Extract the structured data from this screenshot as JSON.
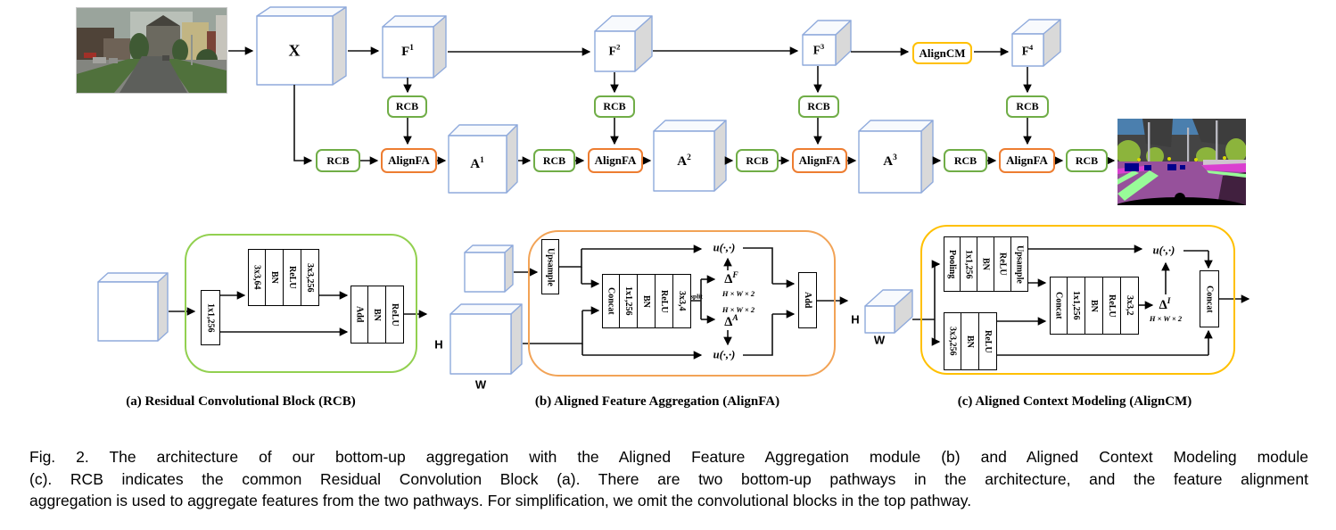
{
  "caption": {
    "line1": "Fig. 2. The architecture of our bottom-up aggregation with the Aligned Feature Aggregation module (b) and Aligned Context Modeling module",
    "line2": "(c). RCB indicates the common Residual Convolution Block (a). There are two bottom-up pathways in the architecture, and the feature alignment",
    "line3": "aggregation is used to aggregate features from the two pathways. For simplification, we omit the convolutional blocks in the top pathway."
  },
  "subcaptions": {
    "a": "(a) Residual Convolutional Block (RCB)",
    "b": "(b) Aligned Feature Aggregation (AlignFA)",
    "c": "(c) Aligned Context Modeling (AlignCM)"
  },
  "nodes": {
    "x": {
      "base": "X",
      "sup": ""
    },
    "f1": {
      "base": "F",
      "sup": "1"
    },
    "f2": {
      "base": "F",
      "sup": "2"
    },
    "f3": {
      "base": "F",
      "sup": "3"
    },
    "f4": {
      "base": "F",
      "sup": "4"
    },
    "a1": {
      "base": "A",
      "sup": "1"
    },
    "a2": {
      "base": "A",
      "sup": "2"
    },
    "a3": {
      "base": "A",
      "sup": "3"
    }
  },
  "labels": {
    "rcb": "RCB",
    "alignfa": "AlignFA",
    "aligncm": "AlignCM",
    "conv1x1_256": "1x1,256",
    "conv3x3_64": "3x3,64",
    "conv3x3_256": "3x3,256",
    "conv3x3_4": "3x3,4",
    "conv3x3_2": "3x3,2",
    "bn": "BN",
    "relu": "ReLU",
    "add": "Add",
    "concat": "Concat",
    "upsample": "Upsample",
    "pooling": "Pooling",
    "split": "split",
    "warp": "u(·,·)",
    "size_hw2": "H × W × 2",
    "h": "H",
    "w": "W"
  },
  "deltas": {
    "f": {
      "base": "Δ",
      "sup": "F"
    },
    "a": {
      "base": "Δ",
      "sup": "A"
    },
    "i": {
      "base": "Δ",
      "sup": "I"
    }
  },
  "images": {
    "input_alt": "street scene photograph (network input)",
    "output_alt": "semantic segmentation map (network output)"
  },
  "colors": {
    "cube_border": "#8faadc",
    "cube_side": "#d9d9d9",
    "rcb_green": "#70ad47",
    "alignfa_orange": "#ed7d31",
    "aligncm_yellow": "#ffc000",
    "module_a_green": "#92d050",
    "module_b_orange": "#f2a356",
    "module_c_yellow": "#ffc000",
    "arrow_black": "#000000"
  }
}
